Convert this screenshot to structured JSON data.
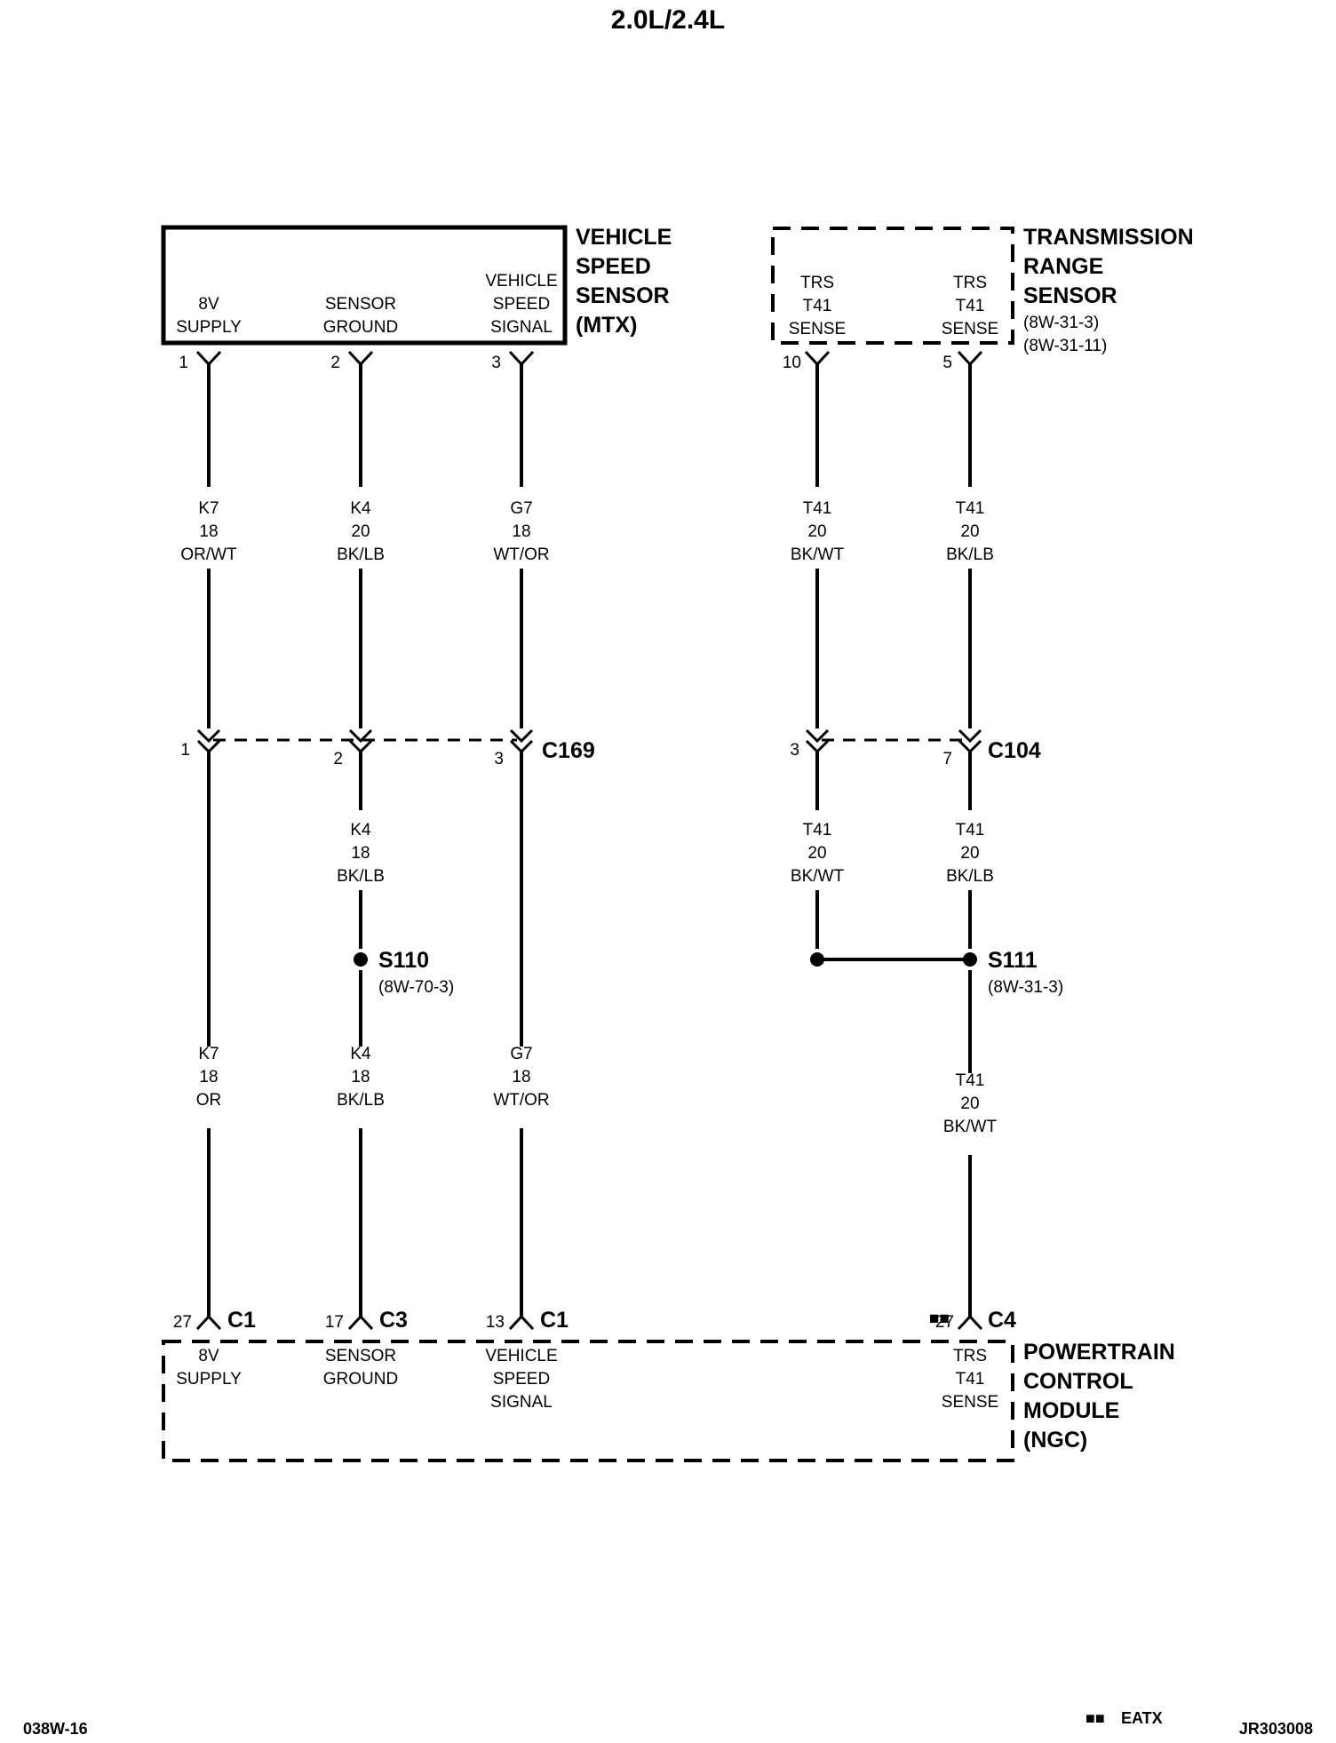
{
  "title": "2.0L/2.4L",
  "footer": {
    "left_code": "038W-16",
    "legend_marks": "■■",
    "legend_text": "EATX",
    "right_code": "JR303008"
  },
  "vss": {
    "name": [
      "VEHICLE",
      "SPEED",
      "SENSOR",
      "(MTX)"
    ],
    "pins": [
      {
        "num": "1",
        "label": [
          "8V",
          "SUPPLY"
        ]
      },
      {
        "num": "2",
        "label": [
          "SENSOR",
          "GROUND"
        ]
      },
      {
        "num": "3",
        "label": [
          "VEHICLE",
          "SPEED",
          "SIGNAL"
        ]
      }
    ]
  },
  "trs": {
    "name": [
      "TRANSMISSION",
      "RANGE",
      "SENSOR"
    ],
    "refs": [
      "(8W-31-3)",
      "(8W-31-11)"
    ],
    "pins": [
      {
        "num": "10",
        "label": [
          "TRS",
          "T41",
          "SENSE"
        ]
      },
      {
        "num": "5",
        "label": [
          "TRS",
          "T41",
          "SENSE"
        ]
      }
    ]
  },
  "wires_upper": [
    [
      "K7",
      "18",
      "OR/WT"
    ],
    [
      "K4",
      "20",
      "BK/LB"
    ],
    [
      "G7",
      "18",
      "WT/OR"
    ],
    [
      "T41",
      "20",
      "BK/WT"
    ],
    [
      "T41",
      "20",
      "BK/LB"
    ]
  ],
  "c169": {
    "name": "C169",
    "pins": [
      "1",
      "2",
      "3"
    ]
  },
  "c104": {
    "name": "C104",
    "pins": [
      "3",
      "7"
    ]
  },
  "wires_mid": [
    [
      "K4",
      "18",
      "BK/LB"
    ],
    [
      "T41",
      "20",
      "BK/WT"
    ],
    [
      "T41",
      "20",
      "BK/LB"
    ]
  ],
  "s110": {
    "name": "S110",
    "ref": "(8W-70-3)"
  },
  "s111": {
    "name": "S111",
    "ref": "(8W-31-3)"
  },
  "wires_lower": [
    [
      "K7",
      "18",
      "OR"
    ],
    [
      "K4",
      "18",
      "BK/LB"
    ],
    [
      "G7",
      "18",
      "WT/OR"
    ],
    [
      "T41",
      "20",
      "BK/WT"
    ]
  ],
  "pcm": {
    "name": [
      "POWERTRAIN",
      "CONTROL",
      "MODULE",
      "(NGC)"
    ],
    "marks": "■■",
    "pins": [
      {
        "num": "27",
        "conn": "C1",
        "label": [
          "8V",
          "SUPPLY"
        ]
      },
      {
        "num": "17",
        "conn": "C3",
        "label": [
          "SENSOR",
          "GROUND"
        ]
      },
      {
        "num": "13",
        "conn": "C1",
        "label": [
          "VEHICLE",
          "SPEED",
          "SIGNAL"
        ]
      },
      {
        "num": "27",
        "conn": "C4",
        "label": [
          "TRS",
          "T41",
          "SENSE"
        ]
      }
    ]
  }
}
